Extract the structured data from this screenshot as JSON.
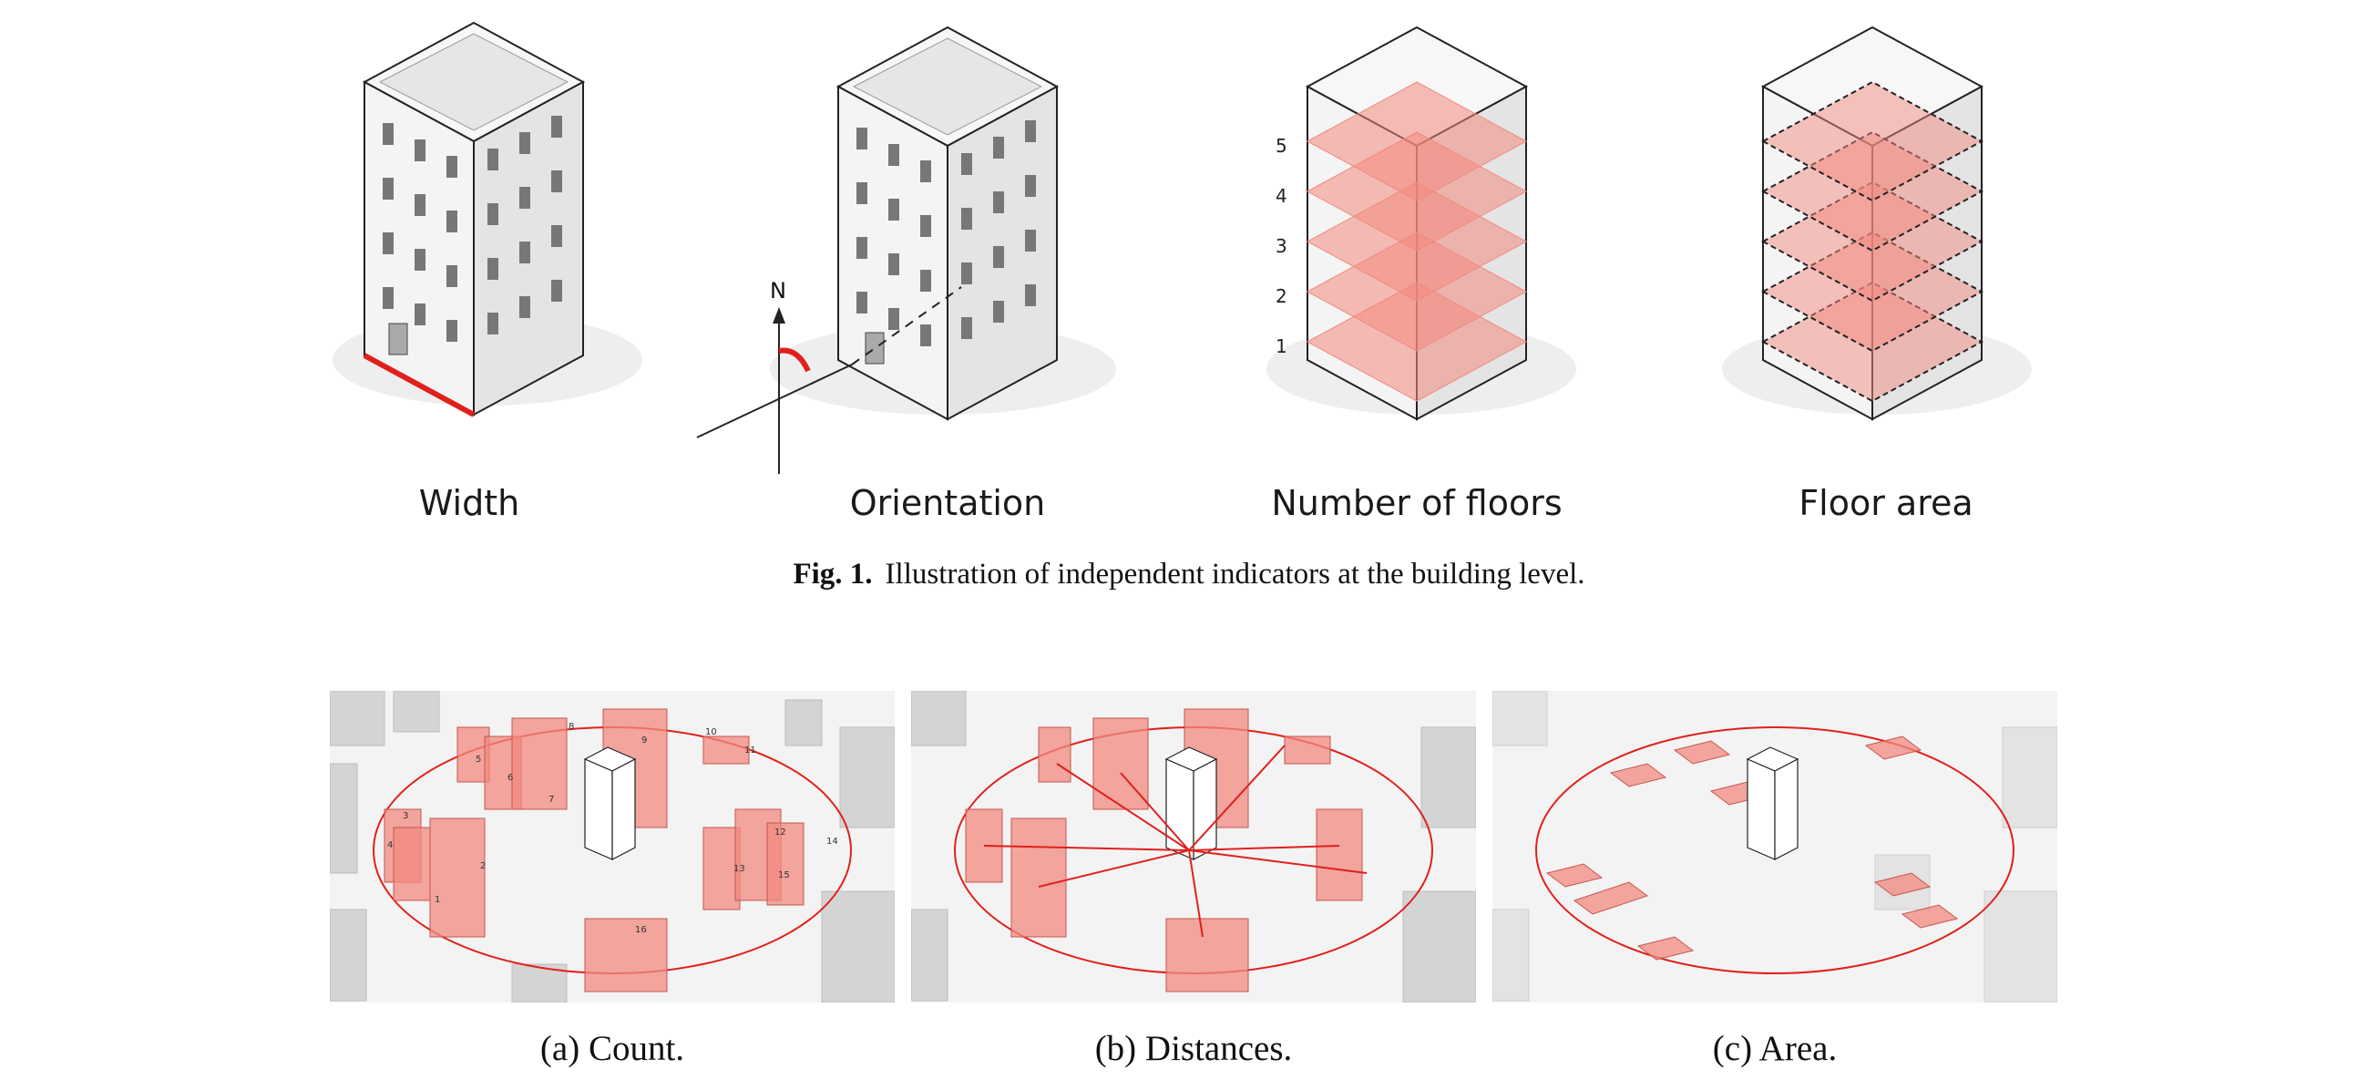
{
  "fig1": {
    "panels": [
      {
        "label": "Width"
      },
      {
        "label": "Orientation",
        "north": "N"
      },
      {
        "label": "Number of floors",
        "floors": [
          "1",
          "2",
          "3",
          "4",
          "5"
        ]
      },
      {
        "label": "Floor area"
      }
    ],
    "caption_label": "Fig. 1.",
    "caption_text": "Illustration of independent indicators at the building level."
  },
  "fig2": {
    "subcaptions": [
      "(a) Count.",
      "(b) Distances.",
      "(c) Area."
    ],
    "count_labels": [
      "1",
      "2",
      "3",
      "4",
      "5",
      "6",
      "7",
      "8",
      "9",
      "10",
      "11",
      "12",
      "13",
      "14",
      "15",
      "16"
    ]
  },
  "colors": {
    "accent": "#e0201c",
    "highlight": "#f28a80",
    "building": "#f4f4f4",
    "context": "#cfcfcf"
  }
}
